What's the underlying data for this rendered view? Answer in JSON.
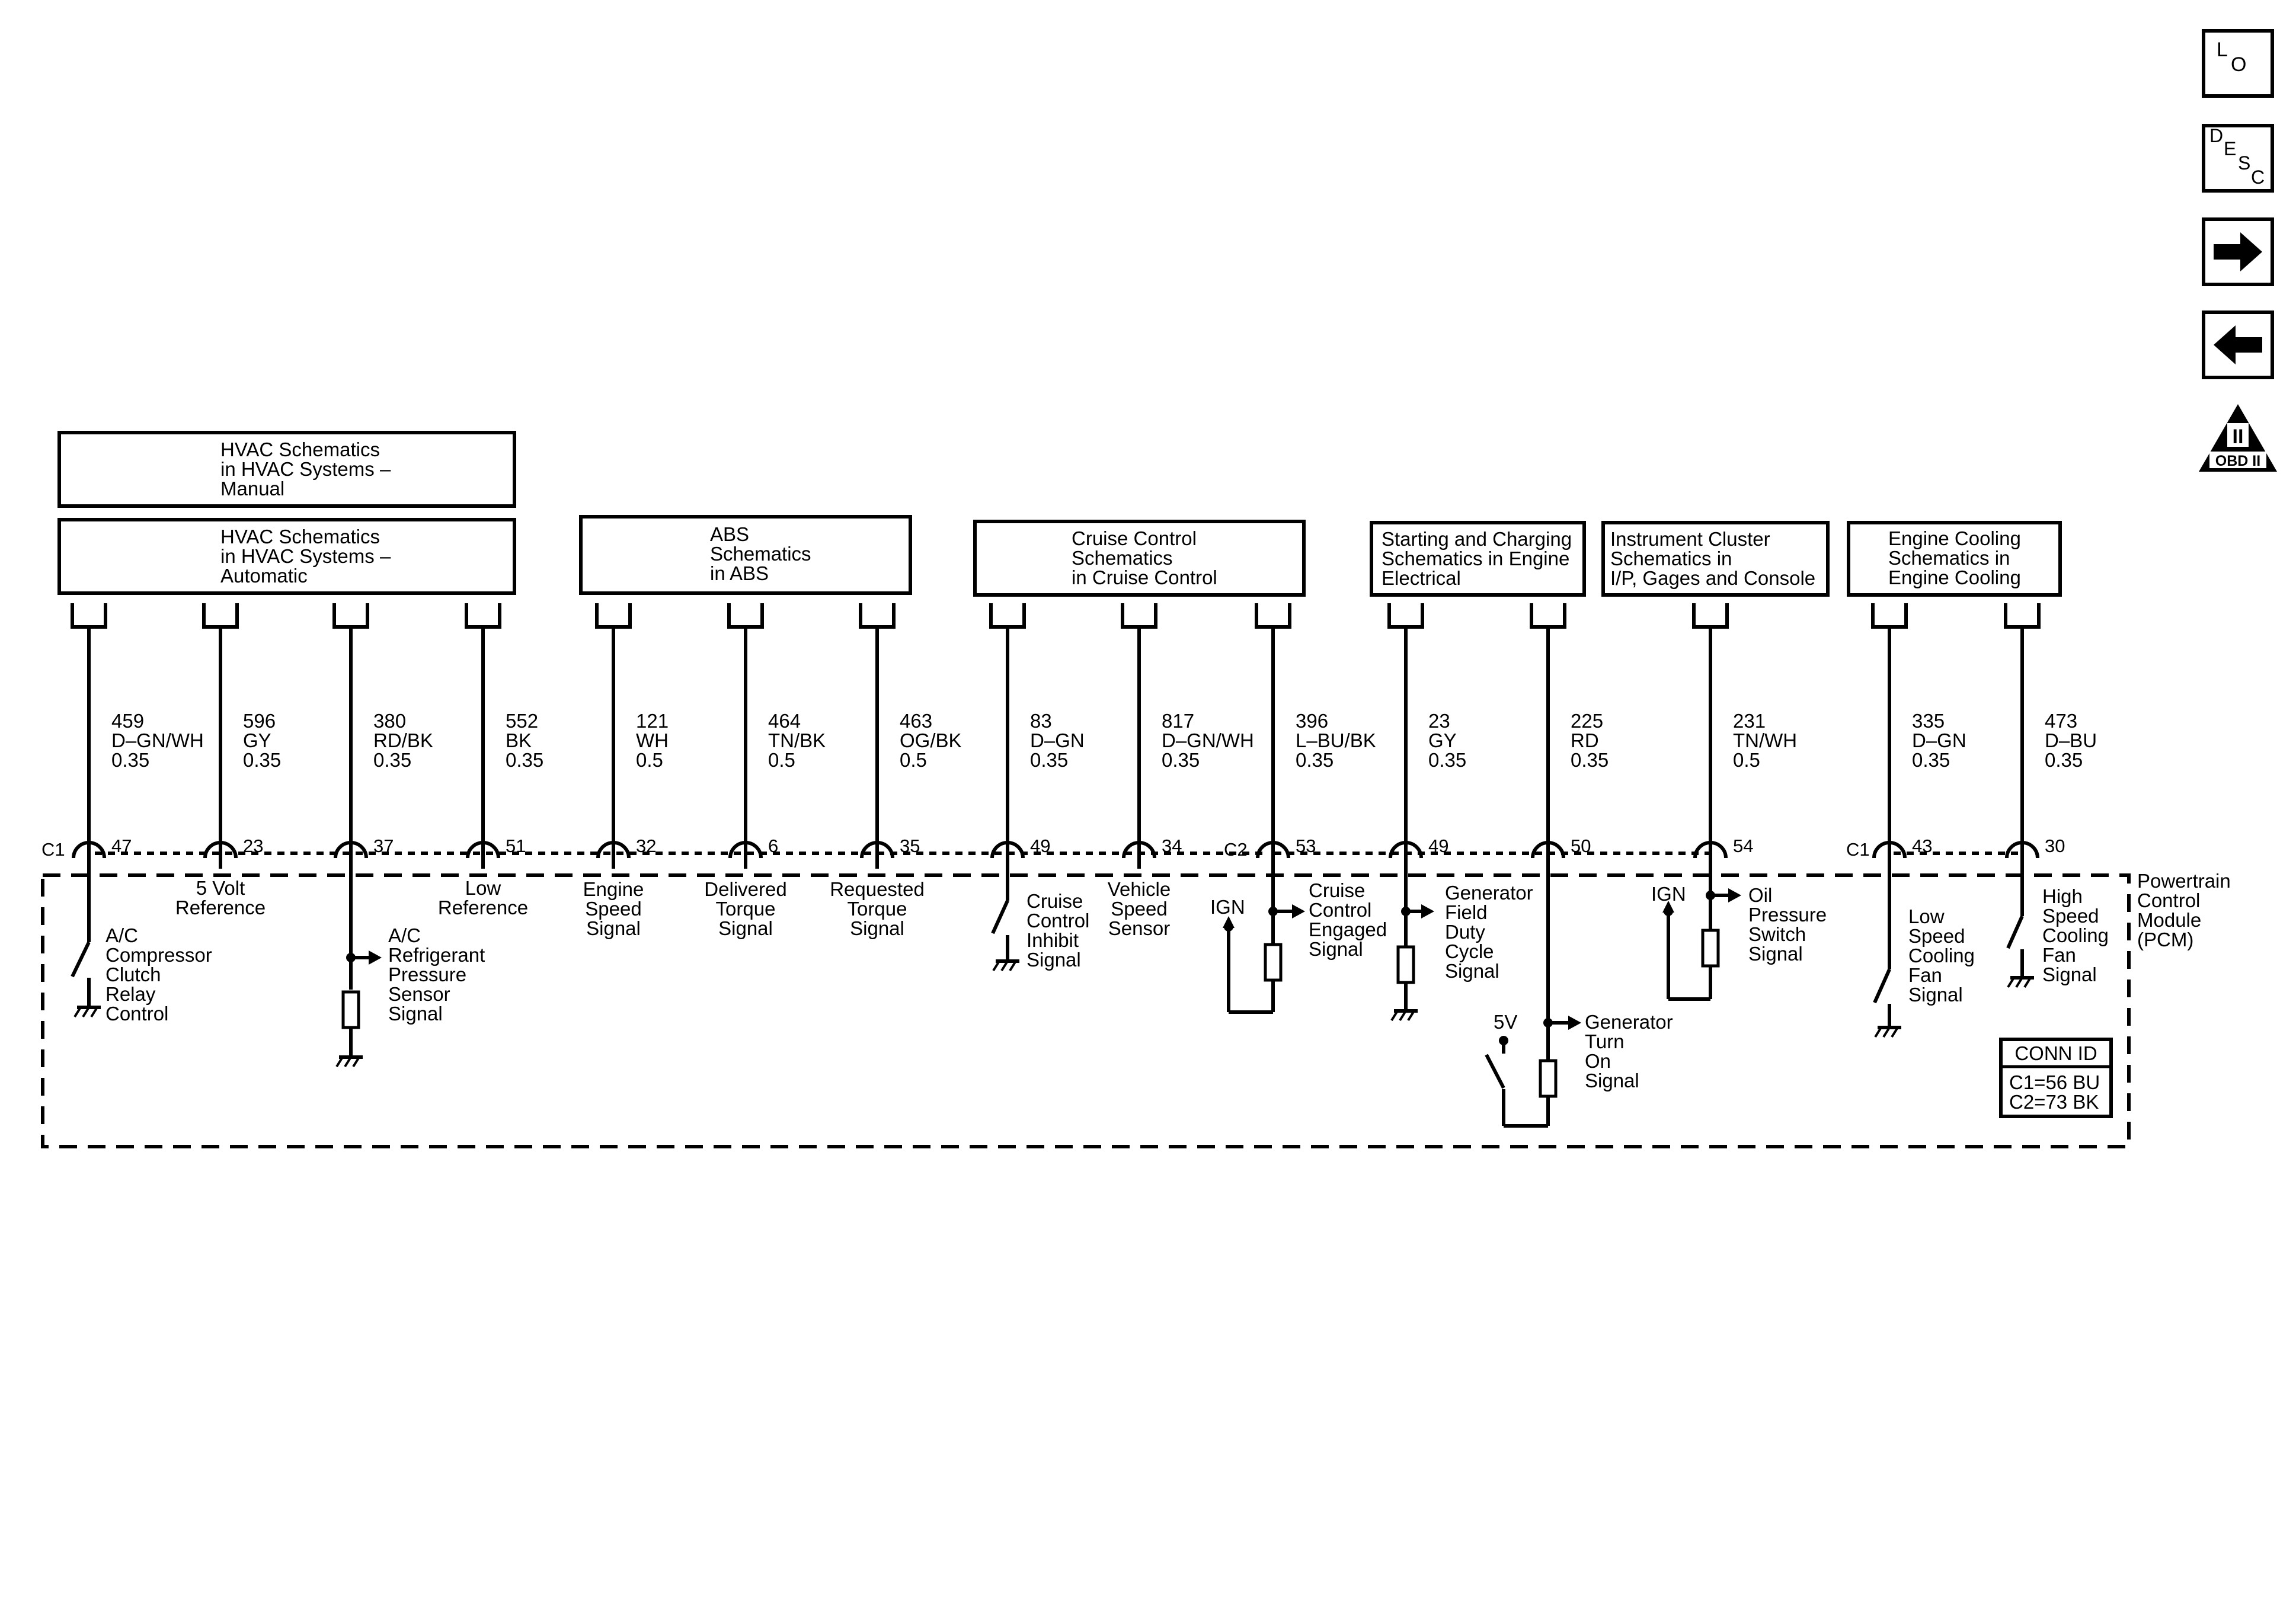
{
  "nav": [
    {
      "name": "lo",
      "chars": [
        "L",
        "O"
      ]
    },
    {
      "name": "desc",
      "chars": [
        "D",
        "E",
        "S",
        "C"
      ]
    },
    {
      "name": "forward",
      "icon": "arrow-right-icon"
    },
    {
      "name": "back",
      "icon": "arrow-left-icon"
    },
    {
      "name": "obd",
      "numeral": "II",
      "text": "OBD II",
      "icon": "obd-ii-icon"
    }
  ],
  "boxes": [
    {
      "id": "hvac-manual",
      "lines": [
        "HVAC Schematics",
        "in HVAC Systems –",
        "Manual"
      ]
    },
    {
      "id": "hvac-automatic",
      "lines": [
        "HVAC Schematics",
        "in HVAC Systems –",
        "Automatic"
      ]
    },
    {
      "id": "abs",
      "lines": [
        "ABS",
        "Schematics",
        "in ABS"
      ]
    },
    {
      "id": "cruise",
      "lines": [
        "Cruise Control",
        "Schematics",
        "in Cruise Control"
      ]
    },
    {
      "id": "starting",
      "lines": [
        "Starting and Charging",
        "Schematics in Engine",
        "Electrical"
      ]
    },
    {
      "id": "cluster",
      "lines": [
        "Instrument Cluster",
        "Schematics in",
        "I/P, Gages and Console"
      ]
    },
    {
      "id": "cooling",
      "lines": [
        "Engine Cooling",
        "Schematics in",
        "Engine Cooling"
      ]
    }
  ],
  "circuits": [
    {
      "circuit": "459",
      "color": "D–GN/WH",
      "size": "0.35",
      "pin": "47",
      "label": [
        "A/C",
        "Compressor",
        "Clutch",
        "Relay",
        "Control"
      ]
    },
    {
      "circuit": "596",
      "color": "GY",
      "size": "0.35",
      "pin": "23",
      "label": [
        "5 Volt",
        "Reference"
      ]
    },
    {
      "circuit": "380",
      "color": "RD/BK",
      "size": "0.35",
      "pin": "37",
      "label": [
        "A/C",
        "Refrigerant",
        "Pressure",
        "Sensor",
        "Signal"
      ]
    },
    {
      "circuit": "552",
      "color": "BK",
      "size": "0.35",
      "pin": "51",
      "label": [
        "Low",
        "Reference"
      ]
    },
    {
      "circuit": "121",
      "color": "WH",
      "size": "0.5",
      "pin": "32",
      "label": [
        "Engine",
        "Speed",
        "Signal"
      ]
    },
    {
      "circuit": "464",
      "color": "TN/BK",
      "size": "0.5",
      "pin": "6",
      "label": [
        "Delivered",
        "Torque",
        "Signal"
      ]
    },
    {
      "circuit": "463",
      "color": "OG/BK",
      "size": "0.5",
      "pin": "35",
      "label": [
        "Requested",
        "Torque",
        "Signal"
      ]
    },
    {
      "circuit": "83",
      "color": "D–GN",
      "size": "0.35",
      "pin": "49",
      "label": [
        "Cruise",
        "Control",
        "Inhibit",
        "Signal"
      ]
    },
    {
      "circuit": "817",
      "color": "D–GN/WH",
      "size": "0.35",
      "pin": "34",
      "label": [
        "Vehicle",
        "Speed",
        "Sensor"
      ]
    },
    {
      "circuit": "396",
      "color": "L–BU/BK",
      "size": "0.35",
      "pin": "53",
      "label": [
        "Cruise",
        "Control",
        "Engaged",
        "Signal"
      ]
    },
    {
      "circuit": "23",
      "color": "GY",
      "size": "0.35",
      "pin": "49",
      "label": [
        "Generator",
        "Field",
        "Duty",
        "Cycle",
        "Signal"
      ]
    },
    {
      "circuit": "225",
      "color": "RD",
      "size": "0.35",
      "pin": "50",
      "label": [
        "Generator",
        "Turn",
        "On",
        "Signal"
      ]
    },
    {
      "circuit": "231",
      "color": "TN/WH",
      "size": "0.5",
      "pin": "54",
      "label": [
        "Oil",
        "Pressure",
        "Switch",
        "Signal"
      ]
    },
    {
      "circuit": "335",
      "color": "D–GN",
      "size": "0.35",
      "pin": "43",
      "label": [
        "Low",
        "Speed",
        "Cooling",
        "Fan",
        "Signal"
      ]
    },
    {
      "circuit": "473",
      "color": "D–BU",
      "size": "0.35",
      "pin": "30",
      "label": [
        "High",
        "Speed",
        "Cooling",
        "Fan",
        "Signal"
      ]
    }
  ],
  "connectors": {
    "c1": "C1",
    "c2": "C2",
    "c1b": "C1"
  },
  "supplies": {
    "ign": "IGN",
    "five_volt": "5V"
  },
  "module": {
    "lines": [
      "Powertrain",
      "Control",
      "Module",
      "(PCM)"
    ]
  },
  "conn_id": {
    "title": "CONN ID",
    "lines": [
      "C1=56 BU",
      "C2=73 BK"
    ]
  }
}
